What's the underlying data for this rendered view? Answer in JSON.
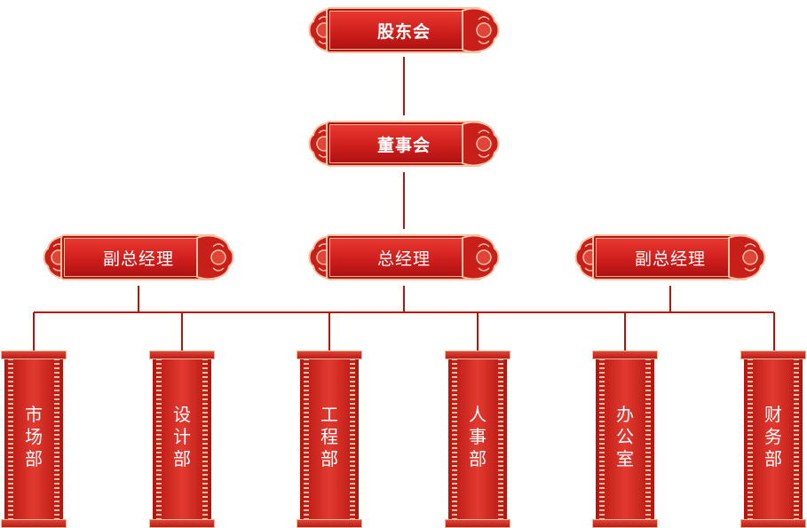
{
  "colors": {
    "line": "#b3150f",
    "plaque": "#d7251f",
    "trim": "#f3c4a4",
    "text": "#ffffff"
  },
  "nodes": {
    "shareholders": "股东会",
    "board": "董事会",
    "general_manager": "总经理",
    "deputy_left": "副总经理",
    "deputy_right": "副总经理"
  },
  "departments": [
    {
      "chars": [
        "市",
        "场",
        "部"
      ]
    },
    {
      "chars": [
        "设",
        "计",
        "部"
      ]
    },
    {
      "chars": [
        "工",
        "程",
        "部"
      ]
    },
    {
      "chars": [
        "人",
        "事",
        "部"
      ]
    },
    {
      "chars": [
        "办",
        "公",
        "室"
      ]
    },
    {
      "chars": [
        "财",
        "务",
        "部"
      ]
    }
  ]
}
